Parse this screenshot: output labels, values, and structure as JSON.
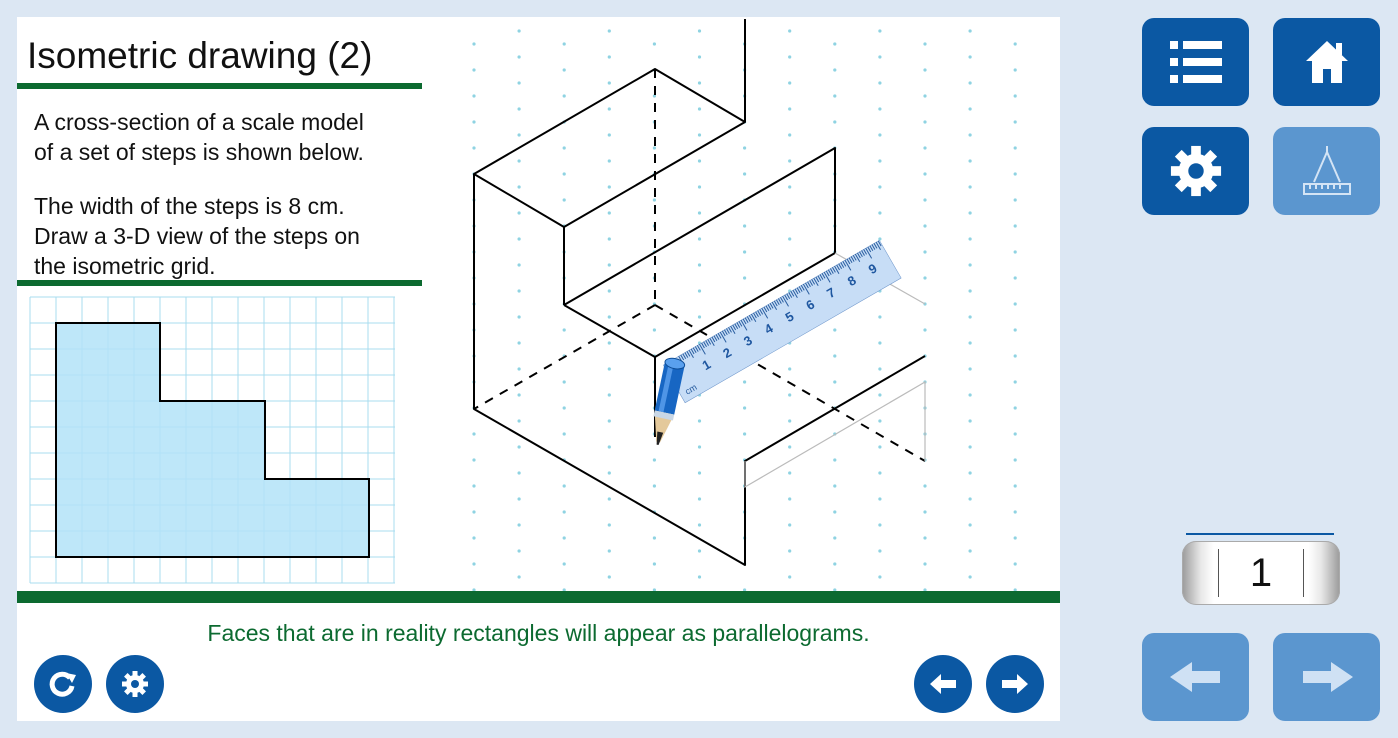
{
  "header": {
    "title": "Isometric drawing (2)"
  },
  "question": {
    "line1": "A cross-section of a scale model",
    "line2": "of a set of steps is shown below.",
    "line3": "The width of the steps is 8 cm.",
    "line4": "Draw a 3-D view of the steps on",
    "line5": "the isometric grid."
  },
  "hint": "Faces that are in reality rectangles will appear as parallelograms.",
  "ruler": {
    "unit": "cm",
    "numbers": [
      "1",
      "2",
      "3",
      "4",
      "5",
      "6",
      "7",
      "8",
      "9"
    ]
  },
  "counter": {
    "value": "1"
  },
  "colors": {
    "accent": "#0b58a3",
    "green": "#0c6a30",
    "shape_fill": "#b3e3f8",
    "grid": "#9ed8ea"
  },
  "icons": {
    "menu": "list-icon",
    "home": "home-icon",
    "settings": "gear-icon",
    "tools": "compass-ruler-icon",
    "reset": "refresh-icon",
    "small_settings": "gear-icon",
    "prev": "arrow-left-icon",
    "next": "arrow-right-icon"
  }
}
